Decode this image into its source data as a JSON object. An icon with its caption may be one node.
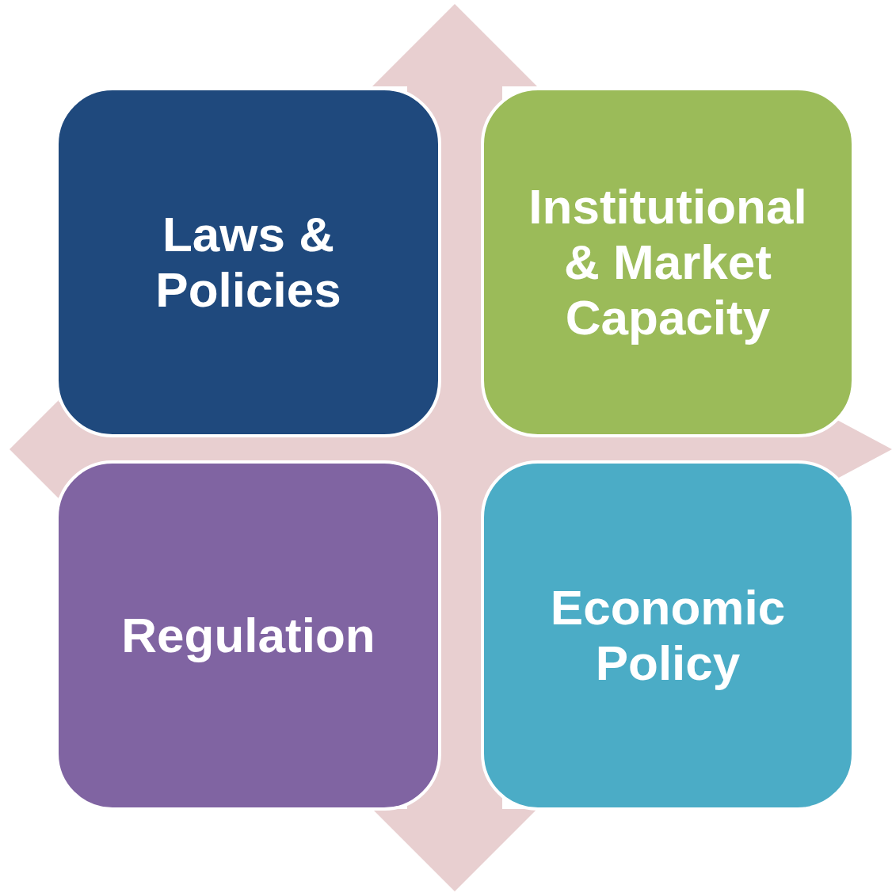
{
  "diagram": {
    "nodes": [
      {
        "text": [
          "Laws & Policies"
        ]
      },
      {
        "text": [
          "Institutional & Market Capacity"
        ]
      },
      {
        "text": [
          "Regulation"
        ]
      },
      {
        "text": [
          "Economic Policy"
        ]
      }
    ]
  }
}
